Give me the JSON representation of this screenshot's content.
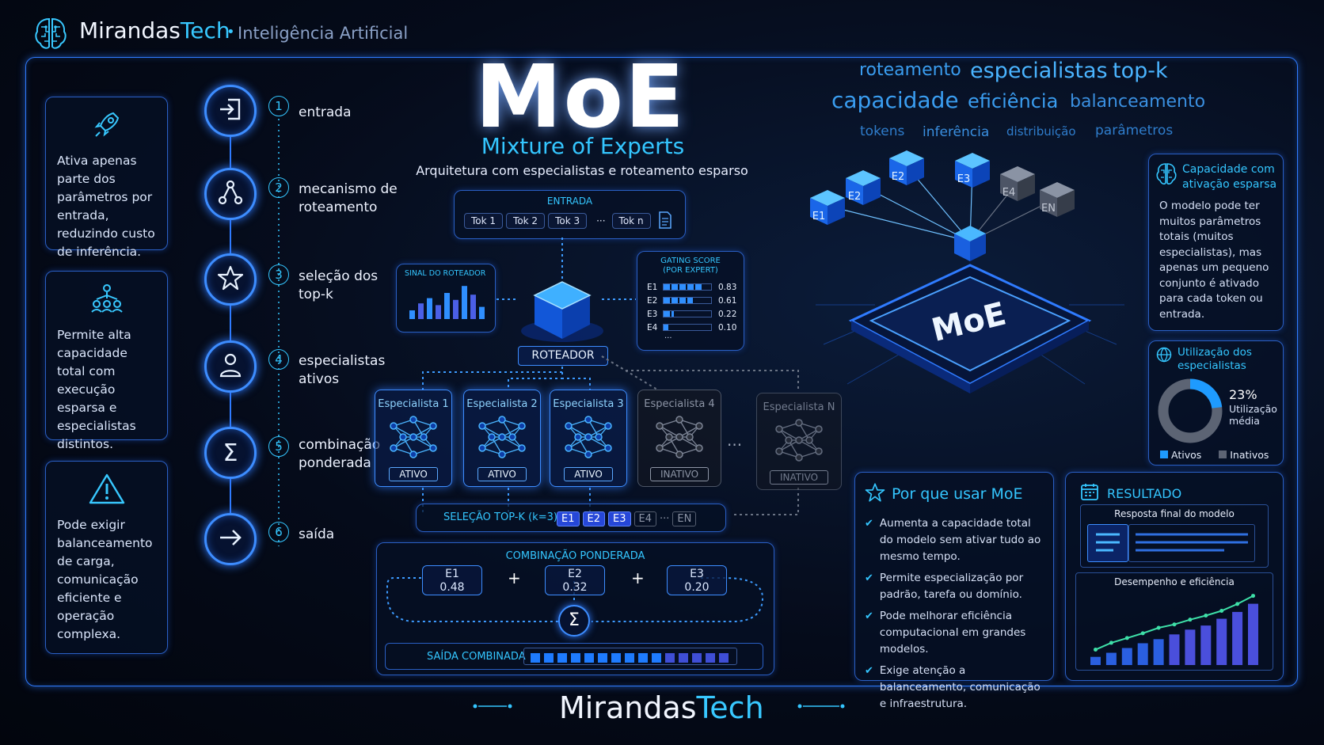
{
  "header": {
    "brand_name_a": "Mirandas",
    "brand_name_b": "Tech",
    "brand_sub": "Inteligência Artificial"
  },
  "left_cards": [
    {
      "icon": "rocket-icon",
      "text": "Ativa apenas parte dos parâmetros por entrada, reduzindo custo de inferência."
    },
    {
      "icon": "network-people-icon",
      "text": "Permite alta capacidade total com execução esparsa e especialistas distintos."
    },
    {
      "icon": "warning-icon",
      "text": "Pode exigir balanceamento de carga, comunicação eficiente e operação complexa."
    }
  ],
  "steps": [
    {
      "num": "1",
      "label": "entrada",
      "icon": "enter-icon"
    },
    {
      "num": "2",
      "label": "mecanismo de roteamento",
      "icon": "routing-icon"
    },
    {
      "num": "3",
      "label": "seleção dos top-k",
      "icon": "star-icon"
    },
    {
      "num": "4",
      "label": "especialistas ativos",
      "icon": "person-icon"
    },
    {
      "num": "5",
      "label": "combinação ponderada",
      "icon": "sigma-icon"
    },
    {
      "num": "6",
      "label": "saída",
      "icon": "arrow-right-icon"
    }
  ],
  "title": "MoE",
  "subtitle": "Mixture of Experts",
  "description": "Arquitetura com especialistas e roteamento esparso",
  "entrada": {
    "label": "ENTRADA",
    "tokens": [
      "Tok 1",
      "Tok 2",
      "Tok 3",
      "···",
      "Tok n"
    ]
  },
  "router_signal_label": "SINAL DO ROTEADOR",
  "router_signal_values": [
    0.25,
    0.45,
    0.6,
    0.4,
    0.75,
    0.55,
    0.95,
    0.7,
    0.35
  ],
  "router_label": "ROTEADOR",
  "gating": {
    "title_a": "GATING SCORE",
    "title_b": "(POR EXPERT)",
    "rows": [
      {
        "name": "E1",
        "value": 0.83
      },
      {
        "name": "E2",
        "value": 0.61
      },
      {
        "name": "E3",
        "value": 0.22
      },
      {
        "name": "E4",
        "value": 0.1
      }
    ],
    "more": "···"
  },
  "experts": [
    {
      "name": "Especialista 1",
      "status": "ATIVO"
    },
    {
      "name": "Especialista 2",
      "status": "ATIVO"
    },
    {
      "name": "Especialista 3",
      "status": "ATIVO"
    },
    {
      "name": "Especialista 4",
      "status": "INATIVO"
    },
    {
      "name": "Especialista N",
      "status": "INATIVO"
    }
  ],
  "experts_ellipsis": "···",
  "topk": {
    "label": "SELEÇÃO TOP-K (k=3)",
    "chips": [
      "E1",
      "E2",
      "E3",
      "E4",
      "···",
      "EN"
    ]
  },
  "combination": {
    "title": "COMBINAÇÃO PONDERADA",
    "items": [
      {
        "name": "E1",
        "value": "0.48"
      },
      {
        "name": "E2",
        "value": "0.32"
      },
      {
        "name": "E3",
        "value": "0.20"
      }
    ],
    "plus": "+",
    "sigma": "Σ",
    "output_label": "SAÍDA COMBINADA"
  },
  "word_cloud": [
    "roteamento",
    "especialistas",
    "top-k",
    "capacidade",
    "eficiência",
    "balanceamento",
    "tokens",
    "inferência",
    "distribuição",
    "parâmetros"
  ],
  "chip_art": {
    "label": "MoE",
    "cubes": [
      "E1",
      "E2",
      "E2",
      "E3",
      "E4",
      "EN"
    ]
  },
  "capacity_card": {
    "title": "Capacidade com ativação esparsa",
    "text": "O modelo pode ter muitos parâmetros totais (muitos especialistas), mas apenas um pequeno conjunto é ativado para cada token ou entrada."
  },
  "utilization": {
    "title": "Utilização dos especialistas",
    "percent": "23%",
    "percent_value": 23,
    "caption": "Utilização média",
    "legend_active": "Ativos",
    "legend_inactive": "Inativos",
    "color_active": "#1e9bff",
    "color_inactive": "#5c6474"
  },
  "why": {
    "title": "Por que usar MoE",
    "bullets": [
      "Aumenta a capacidade total do modelo sem ativar tudo ao mesmo tempo.",
      "Permite especialização por padrão, tarefa ou domínio.",
      "Pode melhorar eficiência computacional em grandes modelos.",
      "Exige atenção a balanceamento, comunicação e infraestrutura."
    ]
  },
  "result": {
    "title": "RESULTADO",
    "final_label": "Resposta final do modelo",
    "perf_label": "Desempenho e eficiência",
    "bars": [
      0.12,
      0.18,
      0.25,
      0.32,
      0.38,
      0.45,
      0.52,
      0.58,
      0.68,
      0.78,
      0.9
    ],
    "line": [
      0.18,
      0.28,
      0.35,
      0.42,
      0.5,
      0.55,
      0.62,
      0.68,
      0.75,
      0.85,
      0.97
    ]
  },
  "footer": {
    "brand_a": "Mirandas",
    "brand_b": "Tech"
  }
}
